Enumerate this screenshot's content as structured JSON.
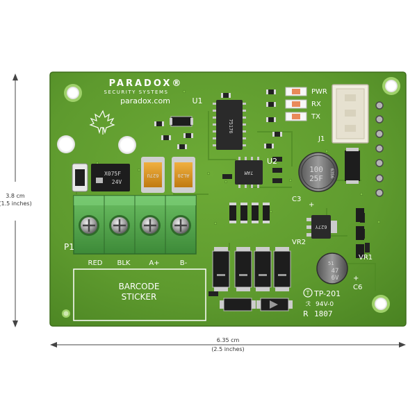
{
  "dimensions": {
    "height_cm": "3.8 cm",
    "height_in": "(1.5 inches)",
    "width_cm": "6.35 cm",
    "width_in": "(2.5 inches)"
  },
  "board": {
    "brand": "PARADOX®",
    "tagline": "SECURITY SYSTEMS",
    "website": "paradox.com",
    "u1_label": "U1",
    "u2_label": "U2",
    "j1_label": "J1",
    "c3_label": "C3",
    "c6_label": "C6",
    "vr1_label": "VR1",
    "vr2_label": "VR2",
    "p1_label": "P1",
    "led_labels": [
      "PWR",
      "RX",
      "TX"
    ],
    "terminal_labels": [
      "RED",
      "BLK",
      "A+",
      "B-"
    ],
    "sticker_line1": "BARCODE",
    "sticker_line2": "STICKER",
    "tp_label": "TP-201",
    "ul_mark": "94V-0",
    "rev_r": "R",
    "rev_code": "1807",
    "cap_c3_lines": [
      "100",
      "25F"
    ],
    "cap_c3_side": "6356",
    "cap_c6_lines": [
      "47",
      "6V"
    ],
    "cap_c6_small": "51",
    "chip_small_1_lines": [
      "X075F",
      "24V"
    ],
    "chip_small_2": "627U",
    "chip_small_3": "AL20",
    "chip_u2": "7AM",
    "chip_vr2": "627Y",
    "ic_u1": "75176"
  },
  "colors": {
    "pcb": "#5e9a2e",
    "pcb_dark": "#3f6e1c",
    "silkscreen": "#ffffff",
    "terminal_green": "#55a84e",
    "ic_body": "#2a2a2a",
    "connector": "#f1ede0"
  }
}
